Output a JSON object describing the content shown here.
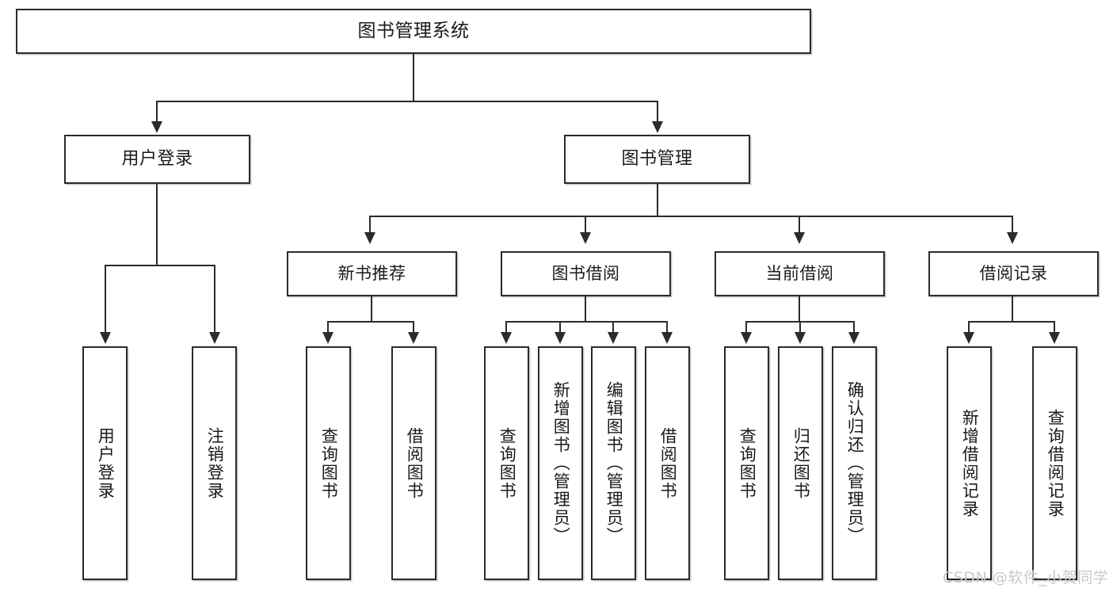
{
  "diagram": {
    "title": "图书管理系统",
    "type": "tree-hierarchy-diagram",
    "root": {
      "label": "图书管理系统"
    },
    "level2": [
      {
        "label": "用户登录"
      },
      {
        "label": "图书管理"
      }
    ],
    "level3": [
      {
        "label": "新书推荐"
      },
      {
        "label": "图书借阅"
      },
      {
        "label": "当前借阅"
      },
      {
        "label": "借阅记录"
      }
    ],
    "leaves": {
      "user_login": [
        {
          "label": "用户登录"
        },
        {
          "label": "注销登录"
        }
      ],
      "new_book_recommend": [
        {
          "label": "查询图书"
        },
        {
          "label": "借阅图书"
        }
      ],
      "book_borrow": [
        {
          "label": "查询图书"
        },
        {
          "label": "新增图书（管理员）"
        },
        {
          "label": "编辑图书（管理员）"
        },
        {
          "label": "借阅图书"
        }
      ],
      "current_borrow": [
        {
          "label": "查询图书"
        },
        {
          "label": "归还图书"
        },
        {
          "label": "确认归还（管理员）"
        }
      ],
      "borrow_record": [
        {
          "label": "新增借阅记录"
        },
        {
          "label": "查询借阅记录"
        }
      ]
    }
  },
  "watermark": {
    "text": "CSDN @软件_小贺同学"
  },
  "colors": {
    "stroke": "#2b2b2b",
    "fill": "#ffffff",
    "text": "#1a1a1a",
    "watermark": "#c9c9c9"
  }
}
